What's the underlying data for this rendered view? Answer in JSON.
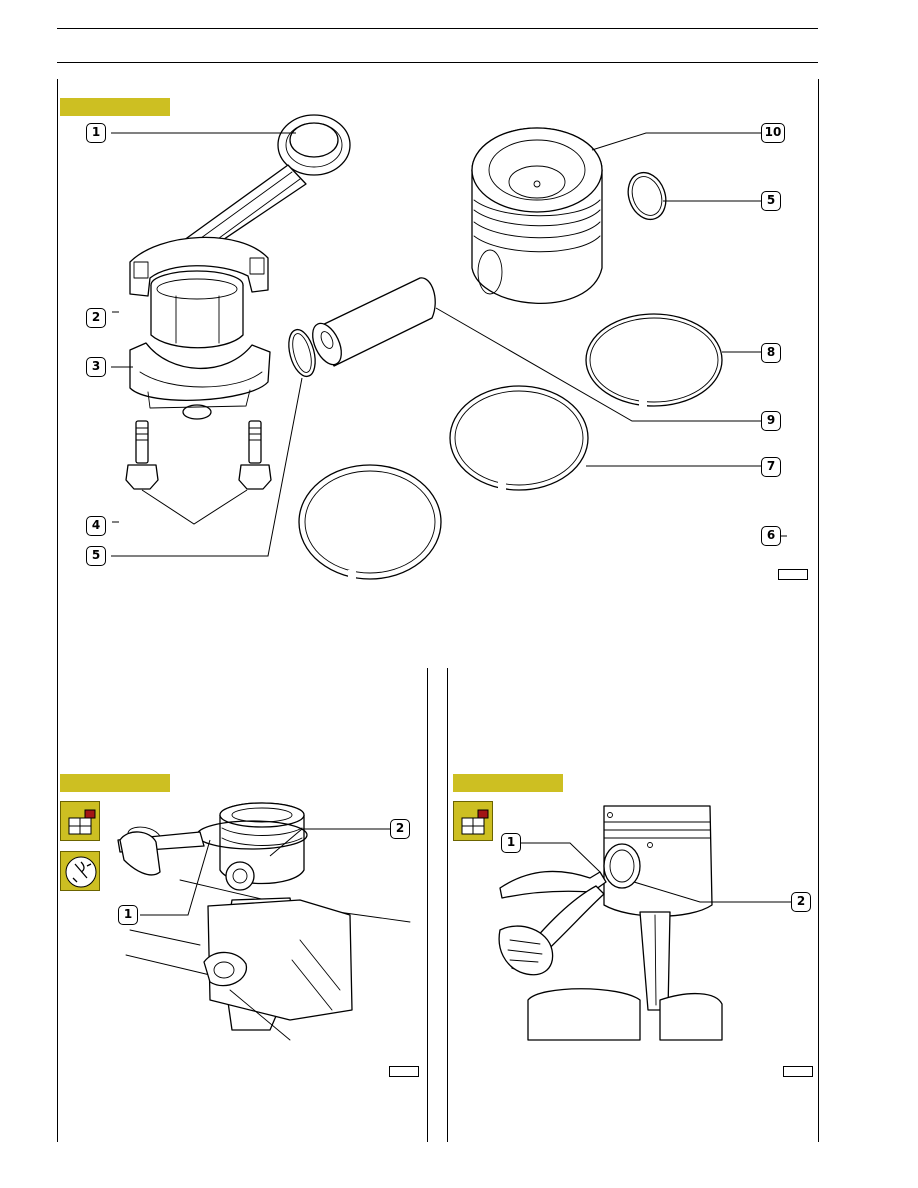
{
  "figure1": {
    "callouts": [
      {
        "id": "c1",
        "label": "1"
      },
      {
        "id": "c2",
        "label": "2"
      },
      {
        "id": "c3",
        "label": "3"
      },
      {
        "id": "c4",
        "label": "4"
      },
      {
        "id": "c5a",
        "label": "5"
      },
      {
        "id": "c10",
        "label": "10"
      },
      {
        "id": "c5b",
        "label": "5"
      },
      {
        "id": "c8",
        "label": "8"
      },
      {
        "id": "c9",
        "label": "9"
      },
      {
        "id": "c7",
        "label": "7"
      },
      {
        "id": "c6",
        "label": "6"
      }
    ]
  },
  "figure2": {
    "callouts": [
      {
        "id": "f2c2",
        "label": "2"
      },
      {
        "id": "f2c1",
        "label": "1"
      }
    ],
    "icons": [
      "part-layout-icon",
      "tool-spanner-icon"
    ]
  },
  "figure3": {
    "callouts": [
      {
        "id": "f3c1",
        "label": "1"
      },
      {
        "id": "f3c2",
        "label": "2"
      }
    ],
    "icons": [
      "part-layout-icon"
    ]
  },
  "colors": {
    "figure_bar": "#cdbf22",
    "icon_red": "#a31515",
    "line": "#000000"
  }
}
